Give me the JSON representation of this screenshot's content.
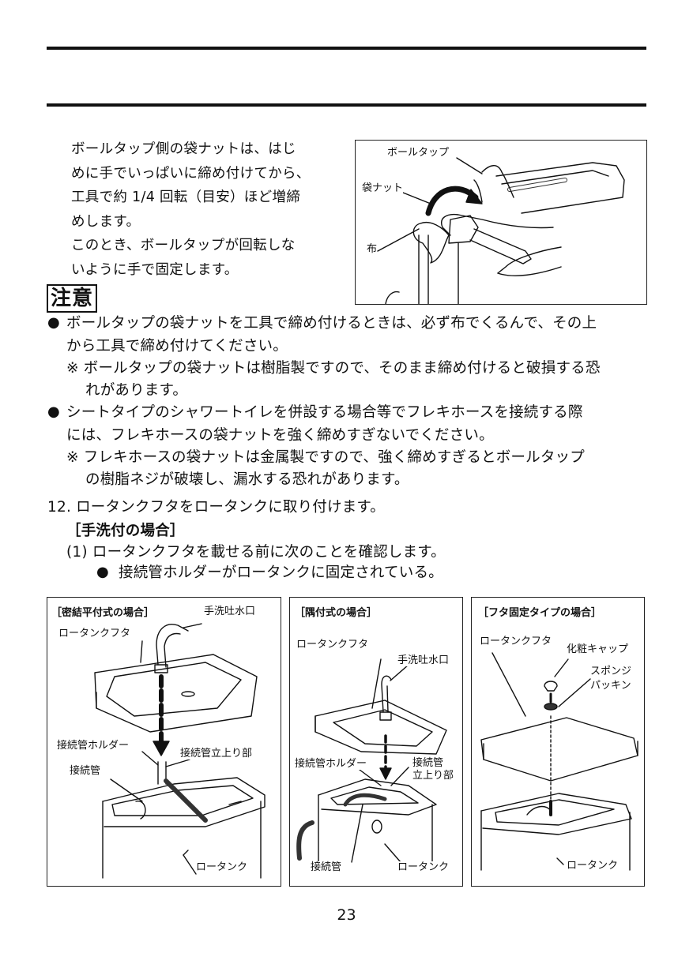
{
  "intro": {
    "line1": "ボールタップ側の袋ナットは、はじ",
    "line2": "めに手でいっぱいに締め付けてから、",
    "line3": "工具で約 1/4 回転（目安）ほど増締",
    "line4": "めします。",
    "line5": "このとき、ボールタップが回転しな",
    "line6": "いように手で固定します。"
  },
  "fig_top": {
    "ball_tap": "ボールタップ",
    "bag_nut": "袋ナット",
    "cloth": "布"
  },
  "caution": {
    "badge": "注意",
    "b1_mark": "●",
    "b1_l1": "ボールタップの袋ナットを工具で締め付けるときは、必ず布でくるんで、その上",
    "b1_l2": "から工具で締め付けてください。",
    "n1_l1": "※ ボールタップの袋ナットは樹脂製ですので、そのまま締め付けると破損する恐",
    "n1_l2": "れがあります。",
    "b2_mark": "●",
    "b2_l1": "シートタイプのシャワートイレを併設する場合等でフレキホースを接続する際",
    "b2_l2": "には、フレキホースの袋ナットを強く締めすぎないでください。",
    "n2_l1": "※ フレキホースの袋ナットは金属製ですので、強く締めすぎるとボールタップ",
    "n2_l2": "の樹脂ネジが破壊し、漏水する恐れがあります。"
  },
  "step12": {
    "title": "12. ロータンクフタをロータンクに取り付けます。",
    "sub": "［手洗付の場合］",
    "item1": "(1) ロータンクフタを載せる前に次のことを確認します。",
    "bullet_mark": "●",
    "bullet": "接続管ホルダーがロータンクに固定されている。"
  },
  "fig1": {
    "caption": "［密結平付式の場合］",
    "spout": "手洗吐水口",
    "lid": "ロータンクフタ",
    "holder": "接続管ホルダー",
    "riser": "接続管立上り部",
    "pipe": "接続管",
    "tank": "ロータンク"
  },
  "fig2": {
    "caption": "［隅付式の場合］",
    "lid": "ロータンクフタ",
    "spout": "手洗吐水口",
    "holder": "接続管ホルダー",
    "riser1": "接続管",
    "riser2": "立上り部",
    "pipe": "接続管",
    "tank": "ロータンク"
  },
  "fig3": {
    "caption": "［フタ固定タイプの場合］",
    "lid": "ロータンクフタ",
    "cap": "化粧キャップ",
    "sponge1": "スポンジ",
    "sponge2": "パッキン",
    "tank": "ロータンク"
  },
  "page_number": "23"
}
